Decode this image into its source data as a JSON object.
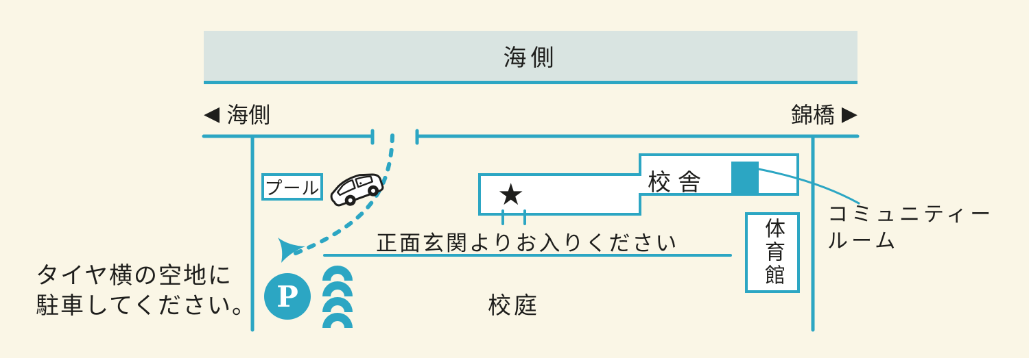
{
  "colors": {
    "background": "#faf6e6",
    "banner-fill": "#d9e4e1",
    "accent": "#2ca6c3",
    "ink": "#1e1e1c"
  },
  "banner": {
    "label": "海側"
  },
  "road_labels": {
    "left": {
      "arrow": "◀",
      "text": "海側"
    },
    "right": {
      "text": "錦橋",
      "arrow": "▶"
    }
  },
  "map": {
    "pool_label": "プール",
    "school_building_label": "校舎",
    "gym_label": "体育館",
    "community_room": {
      "line1": "コミュニティー",
      "line2": "ルーム"
    },
    "schoolyard_label": "校庭",
    "entrance_note": "正面玄関よりお入りください",
    "entrance_star": "★",
    "parking_mark": "P",
    "parking_note": {
      "line1": "タイヤ横の空地に",
      "line2": "駐車してください。"
    }
  },
  "icons": {
    "car": "hand-drawn minivan outline on dashed route",
    "route_arrow": "curved dart arrowhead pointing to parking",
    "tires": "stack of four tire arcs beside parking",
    "parking": "white P in teal circle"
  }
}
